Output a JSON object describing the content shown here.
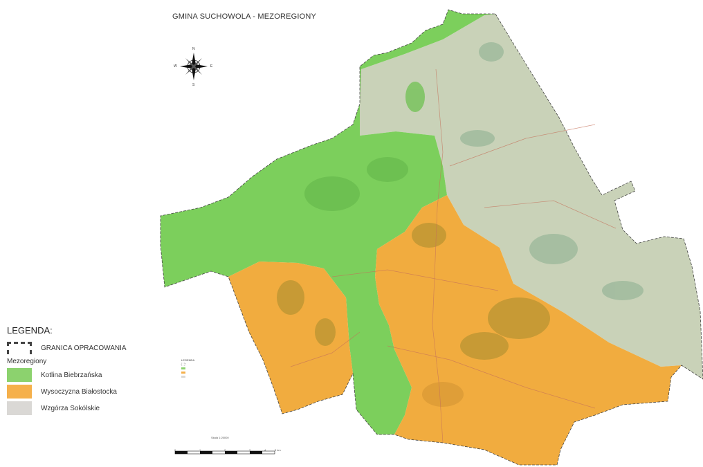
{
  "title": "GMINA SUCHOWOLA - MEZOREGIONY",
  "compass": {
    "n": "N",
    "e": "E",
    "s": "S",
    "w": "W"
  },
  "legend": {
    "heading": "LEGENDA:",
    "boundary_label": "GRANICA OPRACOWANIA",
    "group_label": "Mezoregiony",
    "items": [
      {
        "label": "Kotlina Biebrzańska",
        "color": "#8cd26e"
      },
      {
        "label": "Wysoczyzna Białostocka",
        "color": "#f5b04b"
      },
      {
        "label": "Wzgórza Sokólskie",
        "color": "#dad8d5"
      }
    ]
  },
  "mini_legend": {
    "heading": "LEGENDA"
  },
  "scale": {
    "caption": "Skala 1:25000",
    "ticks": [
      "0",
      "1",
      "2",
      "3",
      "4",
      "5 km"
    ]
  },
  "colors": {
    "kotlina": "#7ccf5c",
    "wysoczyzna": "#f1ac3f",
    "wzgorza": "#c9d2b8",
    "forest_green": "#5aa84a",
    "forest_orange": "#b99432",
    "forest_grey": "#9ab79a",
    "boundary": "#444444"
  }
}
